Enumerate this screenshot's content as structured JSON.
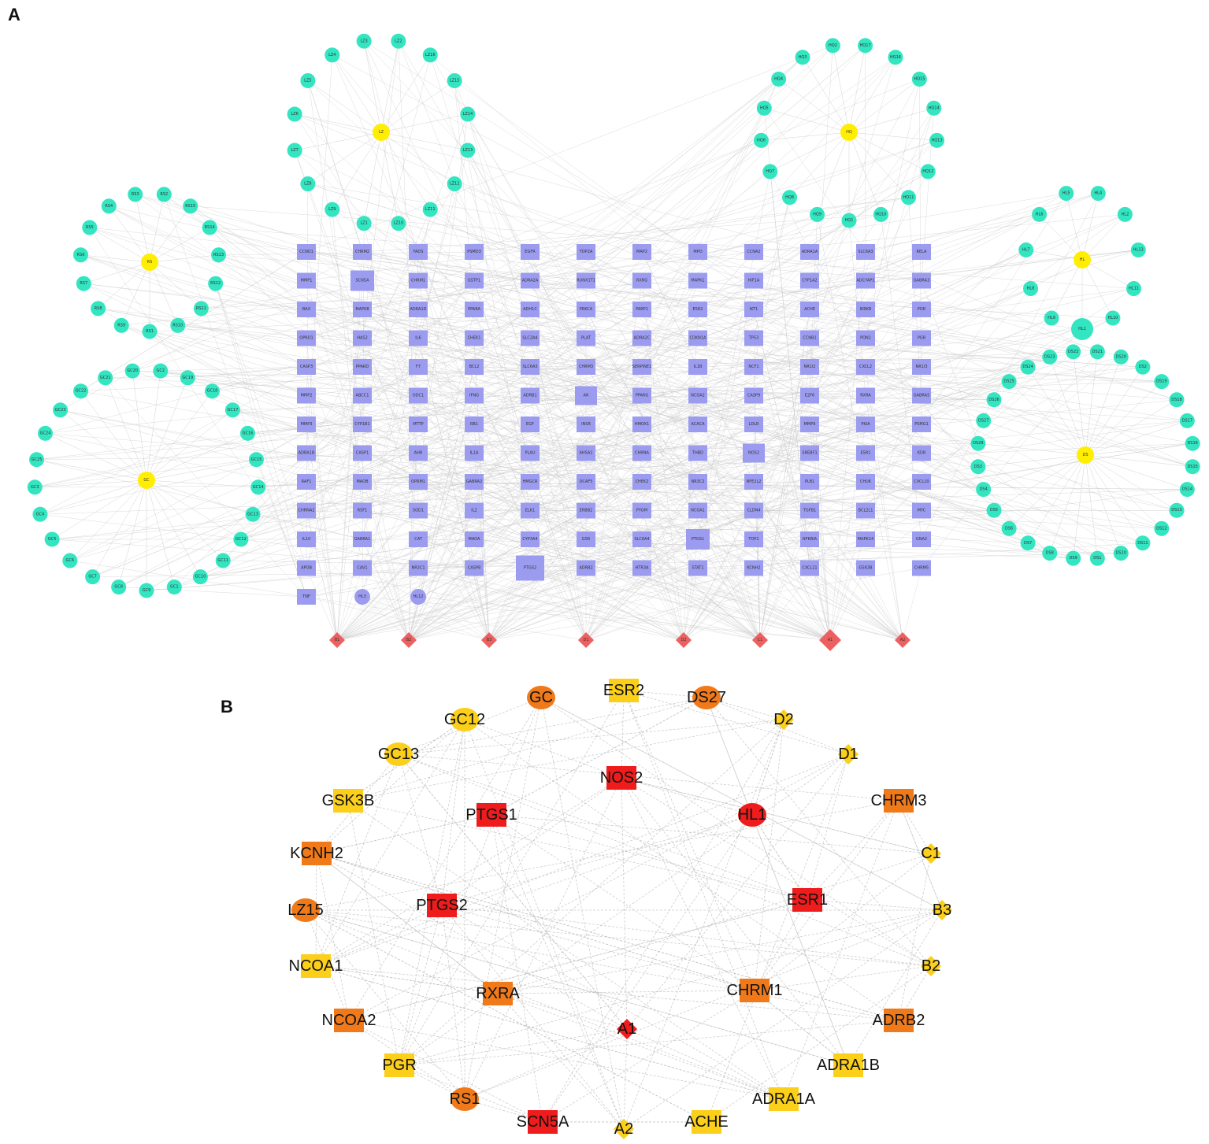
{
  "panel_a": {
    "label": "A",
    "colors": {
      "ingredient": "#33e5c0",
      "herb": "#ffee00",
      "target": "#9b9bf0",
      "disease": "#ee6060",
      "edge": "#c8c8c8"
    },
    "herbs": [
      {
        "name": "LZ",
        "ingredients": [
          "LZ2",
          "LZ16",
          "LZ15",
          "LZ14",
          "LZ13",
          "LZ12",
          "LZ11",
          "LZ10",
          "LZ1",
          "LZ9",
          "LZ8",
          "LZ7",
          "LZ6",
          "LZ5",
          "LZ4",
          "LZ3"
        ]
      },
      {
        "name": "HQ",
        "ingredients": [
          "HQ17",
          "HQ16",
          "HQ15",
          "HQ14",
          "HQ13",
          "HQ12",
          "HQ11",
          "HQ10",
          "HQ1",
          "HQ9",
          "HQ8",
          "HQ7",
          "HQ6",
          "HQ5",
          "HQ4",
          "HQ3",
          "HQ2"
        ]
      },
      {
        "name": "RS",
        "ingredients": [
          "RS2",
          "RS15",
          "RS14",
          "RS13",
          "RS12",
          "RS11",
          "RS10",
          "RS1",
          "RS9",
          "RS8",
          "RS7",
          "RS6",
          "RS5",
          "RS4",
          "RS3"
        ]
      },
      {
        "name": "HL",
        "ingredients": [
          "HL4",
          "HL2",
          "HL13",
          "HL11",
          "HL10",
          "HL1",
          "HL9",
          "HL8",
          "HL7",
          "HL6",
          "HL5"
        ]
      },
      {
        "name": "GC",
        "ingredients": [
          "GC2",
          "GC19",
          "GC18",
          "GC17",
          "GC16",
          "GC15",
          "GC14",
          "GC13",
          "GC12",
          "GC11",
          "GC10",
          "GC1",
          "GC9",
          "GC8",
          "GC7",
          "GC6",
          "GC5",
          "GC4",
          "GC3",
          "GC25",
          "GC24",
          "GC23",
          "GC22",
          "GC21",
          "GC20"
        ]
      },
      {
        "name": "DS",
        "ingredients": [
          "DS21",
          "DS20",
          "DS2",
          "DS19",
          "DS18",
          "DS17",
          "DS16",
          "DS15",
          "DS14",
          "DS13",
          "DS12",
          "DS11",
          "DS10",
          "DS1",
          "DS9",
          "DS8",
          "DS7",
          "DS6",
          "DS5",
          "DS4",
          "DS3",
          "DS28",
          "DS27",
          "DS26",
          "DS25",
          "DS24",
          "DS23",
          "DS22"
        ]
      }
    ],
    "targets": [
      [
        "CCND1",
        "MMP1",
        "BAX",
        "OPRD1",
        "CASP3",
        "MMP2",
        "MMP3",
        "ADRA1B",
        "RAF1",
        "CHRNA2",
        "IL10",
        "APOB",
        "TNF"
      ],
      [
        "CHRM2",
        "SCN5A",
        "MAPK8",
        "HAS2",
        "PPARD",
        "ABCC1",
        "CYP1B1",
        "CASP1",
        "MAOB",
        "RSF1",
        "GABRA1",
        "CAV1",
        "HL3"
      ],
      [
        "FADS",
        "CHRM1",
        "ADRA1D",
        "IL6",
        "F7",
        "ODC1",
        "MTTP",
        "AHR",
        "OPRM1",
        "SOD1",
        "CAT",
        "NR3C1",
        "HL12"
      ],
      [
        "PSMD3",
        "GSTP1",
        "PPARA",
        "CHEK1",
        "BCL2",
        "IFNG",
        "RB1",
        "IL1A",
        "GABRA2",
        "IL2",
        "MAOA",
        "CASP8"
      ],
      [
        "EGFR",
        "ADRA2A",
        "ADH1C",
        "SLC2A4",
        "SLC6A3",
        "ADRB1",
        "EGF",
        "PLAU",
        "HMGCR",
        "ELK1",
        "CYP3A4",
        "PTGS2"
      ],
      [
        "TOP2A",
        "RUNX1T1",
        "PRKCA",
        "PLAT",
        "CHRM3",
        "AR",
        "INSR",
        "AHSA1",
        "DCAF5",
        "ERBB2",
        "GSR",
        "ADRB2"
      ],
      [
        "MAP2",
        "RXRG",
        "PARP1",
        "ADRA2C",
        "SERPINE1",
        "PPARG",
        "HMOX1",
        "CHRNA",
        "CHEK2",
        "PYGM",
        "SLC6A4",
        "HTR3A"
      ],
      [
        "MPO",
        "MAPK1",
        "ESR2",
        "CDKN1A",
        "IL1B",
        "NCOA2",
        "ACACA",
        "THBD",
        "NR3C2",
        "NCOA1",
        "PTGS1",
        "STAT1"
      ],
      [
        "CCNA2",
        "HIF1A",
        "IKT1",
        "TP53",
        "NCF1",
        "CASP9",
        "LDLR",
        "NOS2",
        "NFE2L2",
        "CLDN4",
        "TOP1",
        "KCNH2"
      ],
      [
        "ADRA1A",
        "CYP1A2",
        "ACHE",
        "CCNB1",
        "NR1I2",
        "E2F6",
        "MMP9",
        "SREBF1",
        "PLB1",
        "TGFB1",
        "NFKBIA",
        "CXCL11"
      ],
      [
        "SLC6A3",
        "ADCYAP1",
        "IKBKB",
        "PON1",
        "CXCL2",
        "RXRA",
        "PKIA",
        "ESR1",
        "CHUK",
        "BCL2L1",
        "MAPK14",
        "GSK3B"
      ],
      [
        "RELA",
        "GABRA3",
        "POR",
        "PGR",
        "NR1I3",
        "GABRA5",
        "PSMG1",
        "KDR",
        "CXCL10",
        "MYC",
        "GNA2",
        "CHRM5"
      ]
    ],
    "diseases": [
      "B1",
      "B2",
      "B3",
      "D1",
      "D2",
      "C1",
      "A1",
      "A2"
    ]
  },
  "panel_b": {
    "label": "B",
    "colors": {
      "high": "#ee1c1c",
      "mid": "#f07a1a",
      "low": "#fbcf1a",
      "edge": "#bdbdbd"
    },
    "nodes": [
      {
        "id": "GC",
        "shape": "circle",
        "level": "mid"
      },
      {
        "id": "ESR2",
        "shape": "rect",
        "level": "low"
      },
      {
        "id": "DS27",
        "shape": "circle",
        "level": "mid"
      },
      {
        "id": "GC12",
        "shape": "circle",
        "level": "low"
      },
      {
        "id": "D2",
        "shape": "diamond",
        "level": "low"
      },
      {
        "id": "GC13",
        "shape": "circle",
        "level": "low"
      },
      {
        "id": "D1",
        "shape": "diamond",
        "level": "low"
      },
      {
        "id": "NOS2",
        "shape": "rect",
        "level": "high"
      },
      {
        "id": "GSK3B",
        "shape": "rect",
        "level": "low"
      },
      {
        "id": "PTGS1",
        "shape": "rect",
        "level": "high"
      },
      {
        "id": "HL1",
        "shape": "circle",
        "level": "high"
      },
      {
        "id": "CHRM3",
        "shape": "rect",
        "level": "mid"
      },
      {
        "id": "KCNH2",
        "shape": "rect",
        "level": "mid"
      },
      {
        "id": "C1",
        "shape": "diamond",
        "level": "low"
      },
      {
        "id": "LZ15",
        "shape": "circle",
        "level": "mid"
      },
      {
        "id": "PTGS2",
        "shape": "rect",
        "level": "high"
      },
      {
        "id": "ESR1",
        "shape": "rect",
        "level": "high"
      },
      {
        "id": "B3",
        "shape": "diamond",
        "level": "low"
      },
      {
        "id": "NCOA1",
        "shape": "rect",
        "level": "low"
      },
      {
        "id": "B2",
        "shape": "diamond",
        "level": "low"
      },
      {
        "id": "RXRA",
        "shape": "rect",
        "level": "mid"
      },
      {
        "id": "CHRM1",
        "shape": "rect",
        "level": "mid"
      },
      {
        "id": "NCOA2",
        "shape": "rect",
        "level": "mid"
      },
      {
        "id": "ADRB2",
        "shape": "rect",
        "level": "mid"
      },
      {
        "id": "A1",
        "shape": "diamond",
        "level": "high"
      },
      {
        "id": "PGR",
        "shape": "rect",
        "level": "low"
      },
      {
        "id": "ADRA1B",
        "shape": "rect",
        "level": "low"
      },
      {
        "id": "RS1",
        "shape": "circle",
        "level": "mid"
      },
      {
        "id": "ADRA1A",
        "shape": "rect",
        "level": "low"
      },
      {
        "id": "SCN5A",
        "shape": "rect",
        "level": "high"
      },
      {
        "id": "ACHE",
        "shape": "rect",
        "level": "low"
      },
      {
        "id": "A2",
        "shape": "diamond",
        "level": "low"
      }
    ]
  }
}
